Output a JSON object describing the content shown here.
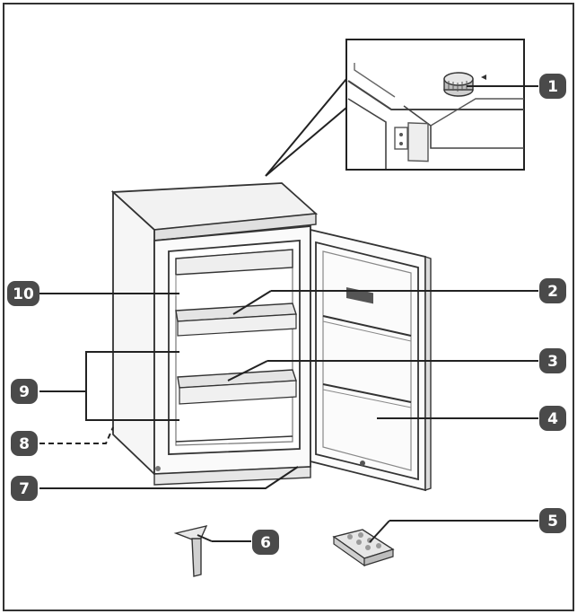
{
  "colors": {
    "frame": "#333333",
    "line": "#222222",
    "badge_fill": "#4a4a4a",
    "badge_text": "#ffffff",
    "shade": "#d8d8d8"
  },
  "callouts": [
    {
      "label": "1"
    },
    {
      "label": "2"
    },
    {
      "label": "3"
    },
    {
      "label": "4"
    },
    {
      "label": "5"
    },
    {
      "label": "6"
    },
    {
      "label": "7"
    },
    {
      "label": "8"
    },
    {
      "label": "9"
    },
    {
      "label": "10"
    }
  ]
}
